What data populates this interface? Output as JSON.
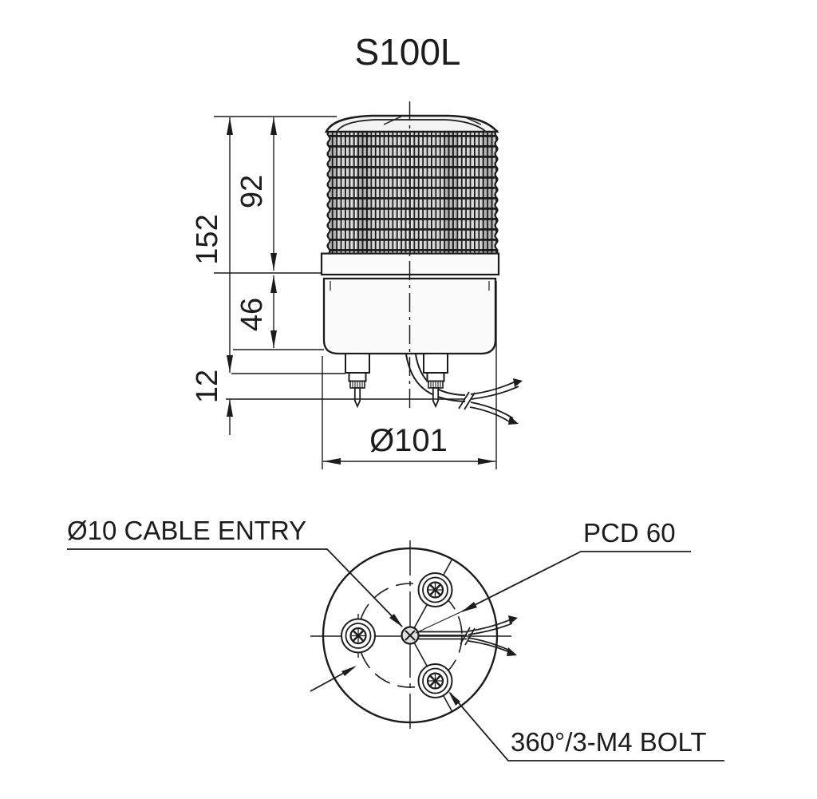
{
  "title": "S100L",
  "colors": {
    "line": "#1c1c1c",
    "background": "#ffffff",
    "lens_fill": "#ececec"
  },
  "front_view": {
    "dimensions": {
      "overall_height": "152",
      "lens_height": "92",
      "body_height": "46",
      "stud_length": "12",
      "diameter": "Ø101"
    }
  },
  "bottom_view": {
    "labels": {
      "cable_entry": "Ø10 CABLE ENTRY",
      "pitch_circle_diameter": "PCD 60",
      "bolt_spec": "360°/3-M4 BOLT"
    }
  }
}
